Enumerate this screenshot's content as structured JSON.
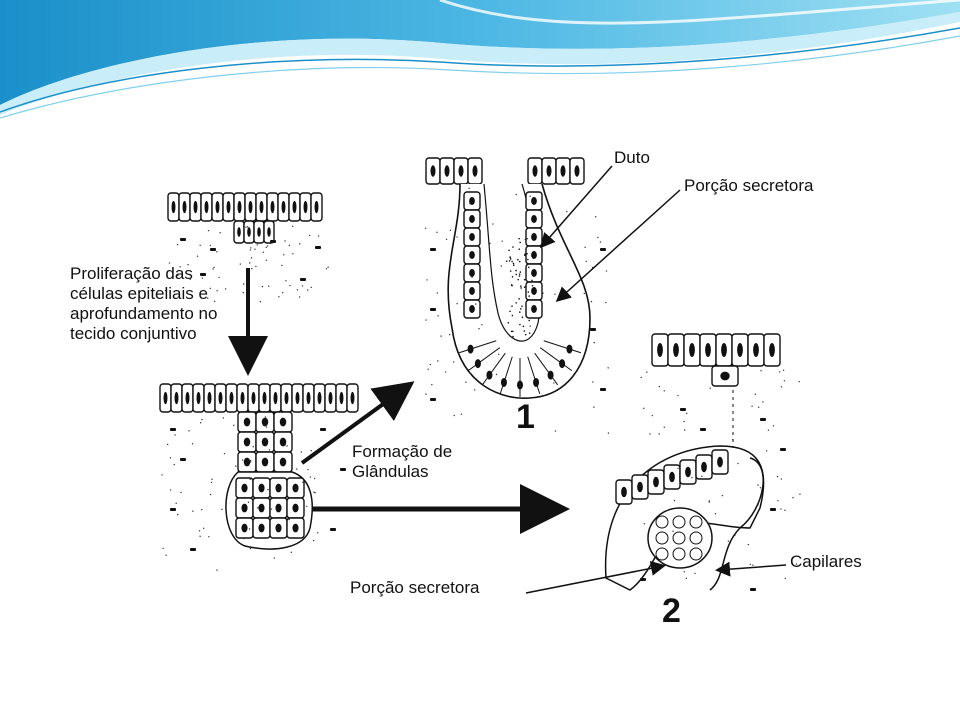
{
  "labels": {
    "proliferation_line1": "Proliferação das",
    "proliferation_line2": "células epiteliais e",
    "proliferation_line3": "aprofundamento no",
    "proliferation_line4": "tecido conjuntivo",
    "formation_line1": "Formação de",
    "formation_line2": "Glândulas",
    "duct": "Duto",
    "secretory_portion_top": "Porção secretora",
    "secretory_portion_bottom": "Porção secretora",
    "capillaries": "Capilares",
    "number_1": "1",
    "number_2": "2"
  },
  "colors": {
    "wave_dark": "#1a8fc9",
    "wave_light": "#7fd0ec",
    "ink": "#111111"
  }
}
